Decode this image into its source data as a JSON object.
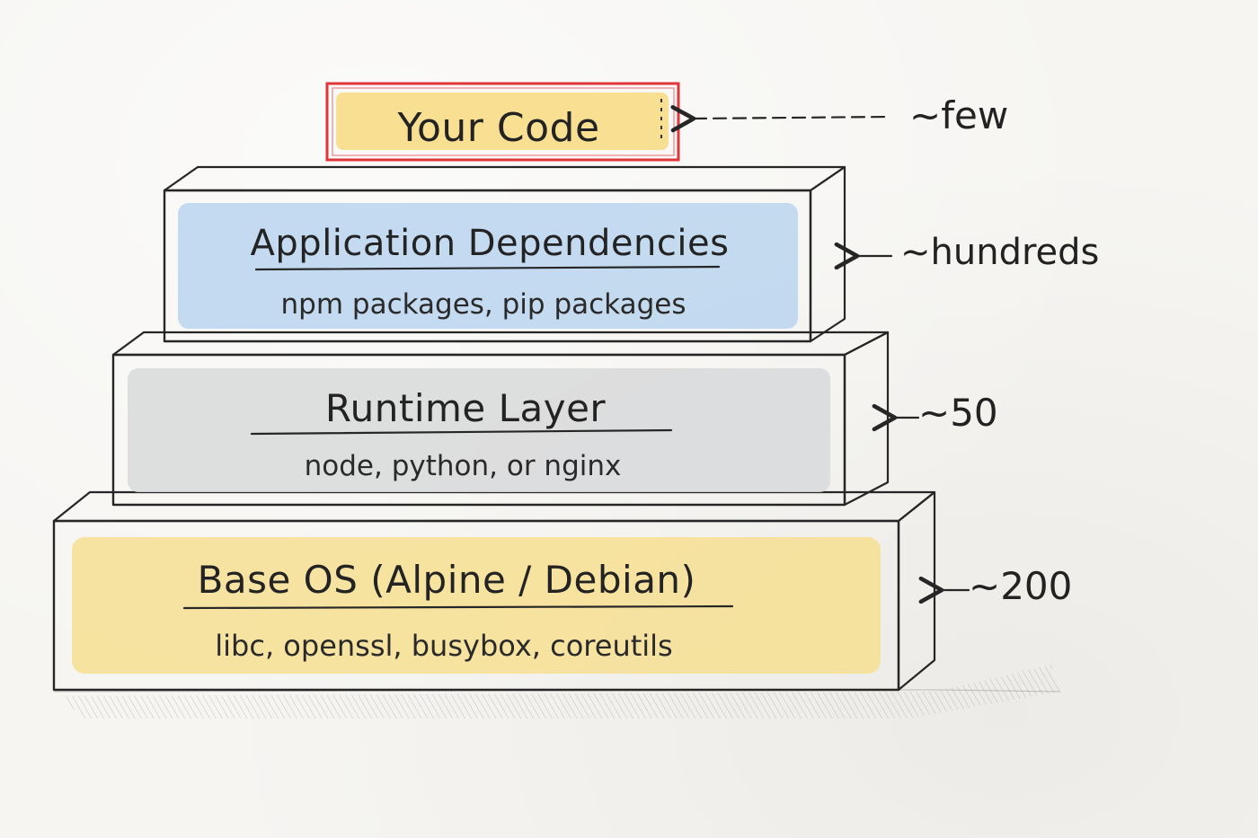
{
  "layers": [
    {
      "id": "your-code",
      "title": "Your Code",
      "subtitle": "",
      "count": "~few",
      "fill_color": "#f7dc86",
      "border_color": "#e0353a"
    },
    {
      "id": "app-deps",
      "title": "Application Dependencies",
      "subtitle": "npm packages, pip packages",
      "count": "~hundreds",
      "fill_color": "#bcd6ee"
    },
    {
      "id": "runtime",
      "title": "Runtime Layer",
      "subtitle": "node, python, or nginx",
      "count": "~50",
      "fill_color": "#d9dadc"
    },
    {
      "id": "base-os",
      "title": "Base OS (Alpine / Debian)",
      "subtitle": "libc, openssl, busybox, coreutils",
      "count": "~200",
      "fill_color": "#f7df92"
    }
  ]
}
